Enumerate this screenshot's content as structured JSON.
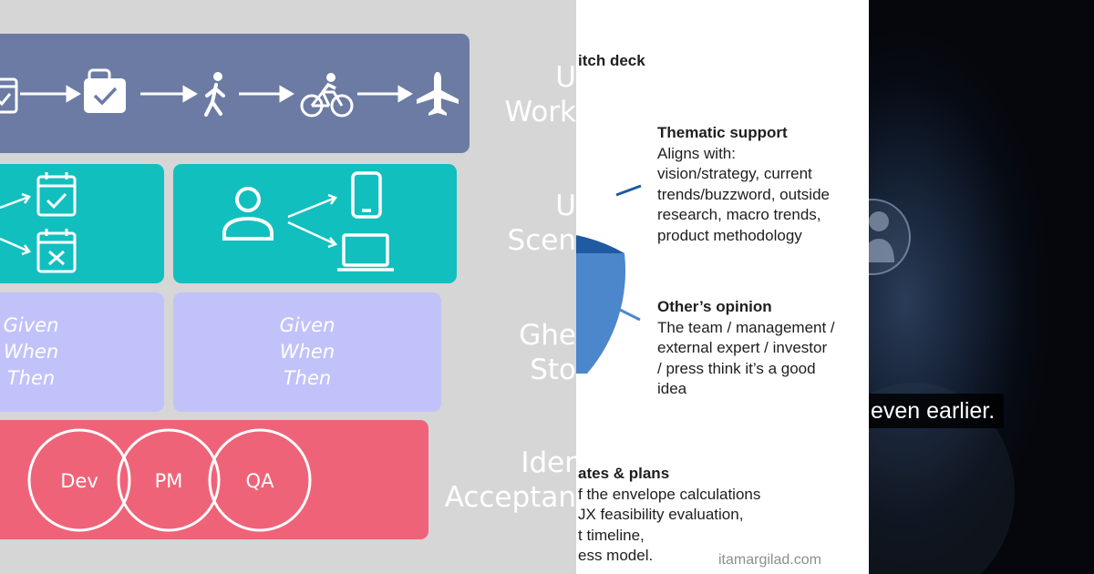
{
  "left_panel": {
    "gwt_cards": [
      {
        "lines": [
          "Given",
          "When",
          "Then"
        ]
      },
      {
        "lines": [
          "Given",
          "When",
          "Then"
        ]
      }
    ],
    "team_roles": [
      "Dev",
      "PM",
      "QA"
    ],
    "side_labels": [
      {
        "lines": [
          "U",
          "Work"
        ]
      },
      {
        "lines": [
          "U",
          "Scen"
        ]
      },
      {
        "lines": [
          "Ghe",
          "Sto"
        ]
      },
      {
        "lines": [
          "Ider",
          "Acceptan"
        ]
      }
    ],
    "journey_icons": [
      "calendar-check-icon",
      "briefcase-icon",
      "walking-person-icon",
      "bicycle-icon",
      "airplane-icon"
    ],
    "colors": {
      "journey": "#6b7ba3",
      "teal": "#12bfbf",
      "lavender": "#c2c2fa",
      "pink": "#ef6378",
      "background": "#d6d6d6"
    }
  },
  "middle_panel": {
    "title": "itch deck",
    "sections": [
      {
        "heading": "Thematic support",
        "body": [
          "Aligns with:",
          "vision/strategy, current",
          "trends/buzzword, outside",
          "research, macro trends,",
          "product methodology"
        ]
      },
      {
        "heading": "Other’s opinion",
        "body": [
          "The team / management /",
          "external expert /  investor",
          "/ press think it’s a good",
          "idea"
        ]
      },
      {
        "heading": "ates & plans",
        "body": [
          "f the envelope calculations",
          "JX feasibility evaluation,",
          "t timeline,",
          "ess model."
        ]
      }
    ],
    "brand": "itamargilad.com",
    "pie_label": "%",
    "colors": {
      "pie_dark": "#1f5aa3",
      "pie_light": "#4c87cc"
    }
  },
  "right_panel": {
    "caption": "even earlier."
  }
}
